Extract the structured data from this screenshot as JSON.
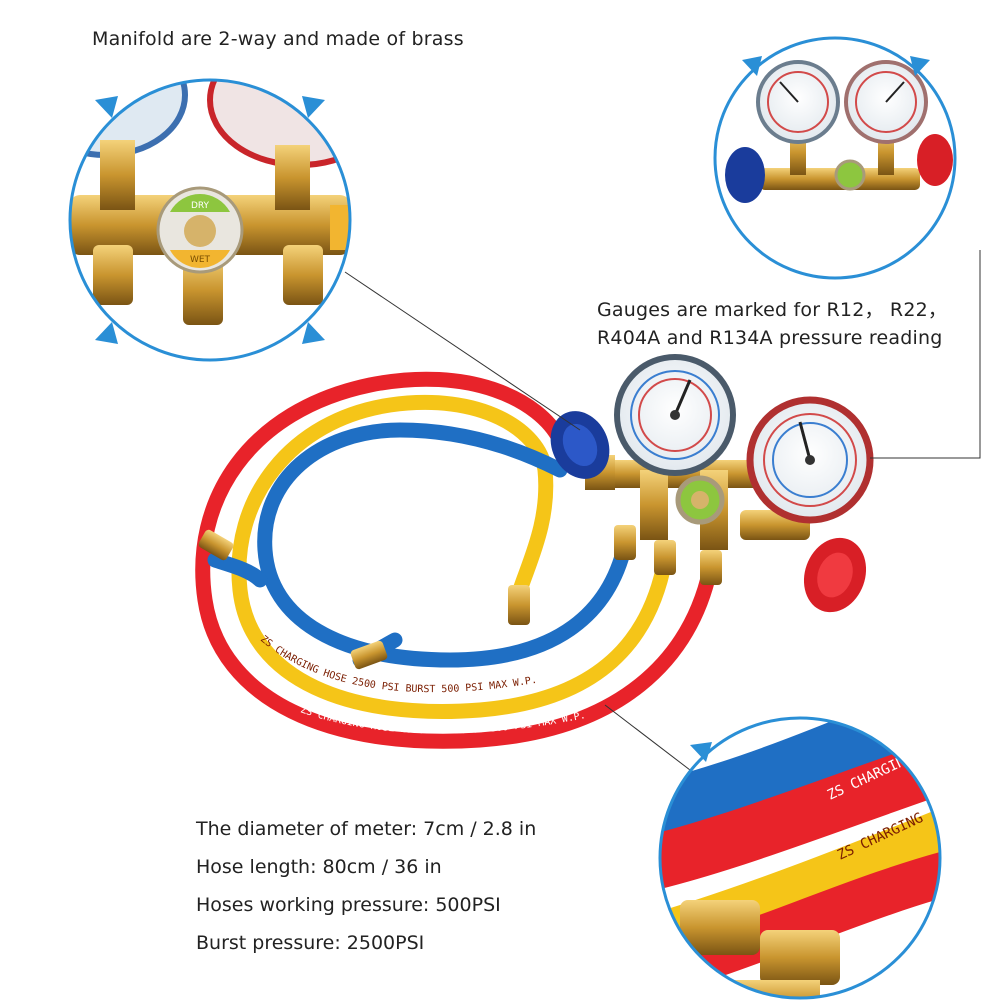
{
  "captions": {
    "manifold": "Manifold are 2-way and made of brass",
    "gauges_line1": "Gauges are marked for R12，  R22，",
    "gauges_line2": "R404A and R134A pressure reading"
  },
  "specs": [
    "The diameter of meter: 7cm / 2.8 in",
    "Hose length: 80cm / 36 in",
    "Hoses working pressure: 500PSI",
    "Burst pressure: 2500PSI"
  ],
  "product": {
    "sight_glass": {
      "top": "DRY",
      "bottom": "WET"
    },
    "hose_print": "ZS CHARGING HOSE 2500 PSI BURST 500 PSI MAX W.P.",
    "detail_print": "ZS CHARGING"
  },
  "colors": {
    "red_hose": "#e8232a",
    "yellow_hose": "#f5c518",
    "blue_hose": "#1f6fc4",
    "brass": "#c9952f",
    "blue_knob": "#1a3c9c",
    "red_knob": "#d81f26",
    "circle_ring": "#2a8fd6"
  }
}
